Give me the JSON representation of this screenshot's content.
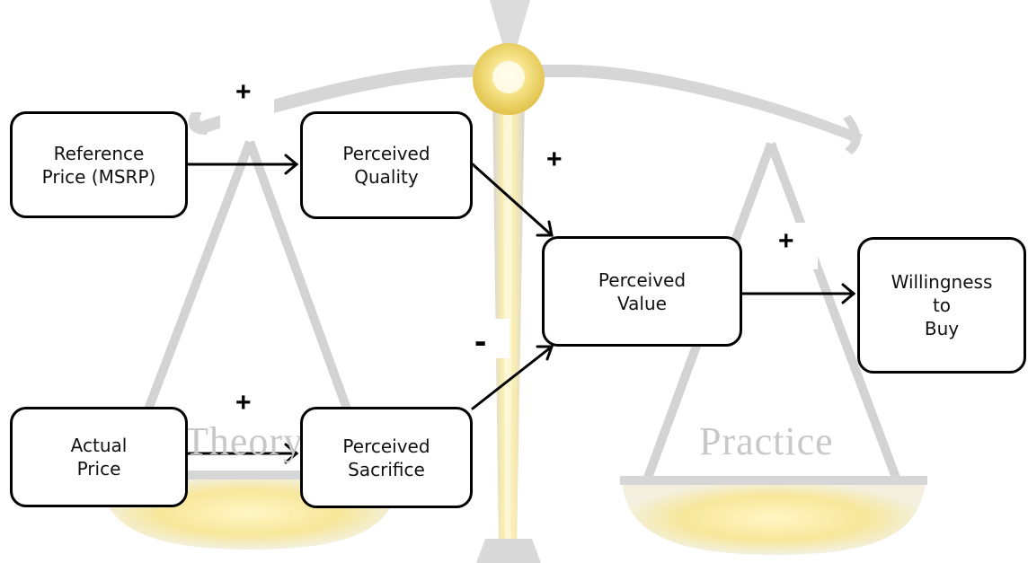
{
  "diagram": {
    "nodes": [
      {
        "id": "reference_price",
        "label": "Reference\nPrice (MSRP)"
      },
      {
        "id": "perceived_quality",
        "label": "Perceived\nQuality"
      },
      {
        "id": "perceived_value",
        "label": "Perceived\nValue"
      },
      {
        "id": "willingness_to_buy",
        "label": "Willingness\nto\nBuy"
      },
      {
        "id": "actual_price",
        "label": "Actual\nPrice"
      },
      {
        "id": "perceived_sacrifice",
        "label": "Perceived\nSacrifice"
      }
    ],
    "edges": [
      {
        "from": "reference_price",
        "to": "perceived_quality",
        "sign": "+"
      },
      {
        "from": "perceived_quality",
        "to": "perceived_value",
        "sign": "+"
      },
      {
        "from": "perceived_value",
        "to": "willingness_to_buy",
        "sign": "+"
      },
      {
        "from": "actual_price",
        "to": "perceived_sacrifice",
        "sign": "+"
      },
      {
        "from": "perceived_sacrifice",
        "to": "perceived_value",
        "sign": "-"
      }
    ]
  },
  "watermark": {
    "left_text": "Theory",
    "right_text": "Practice",
    "colors": {
      "scale": "#d9d9d9",
      "pan_glow": "#f7e79a",
      "knob_glow": "#f3d23f",
      "pillar_glow": "#f8e89e"
    }
  }
}
